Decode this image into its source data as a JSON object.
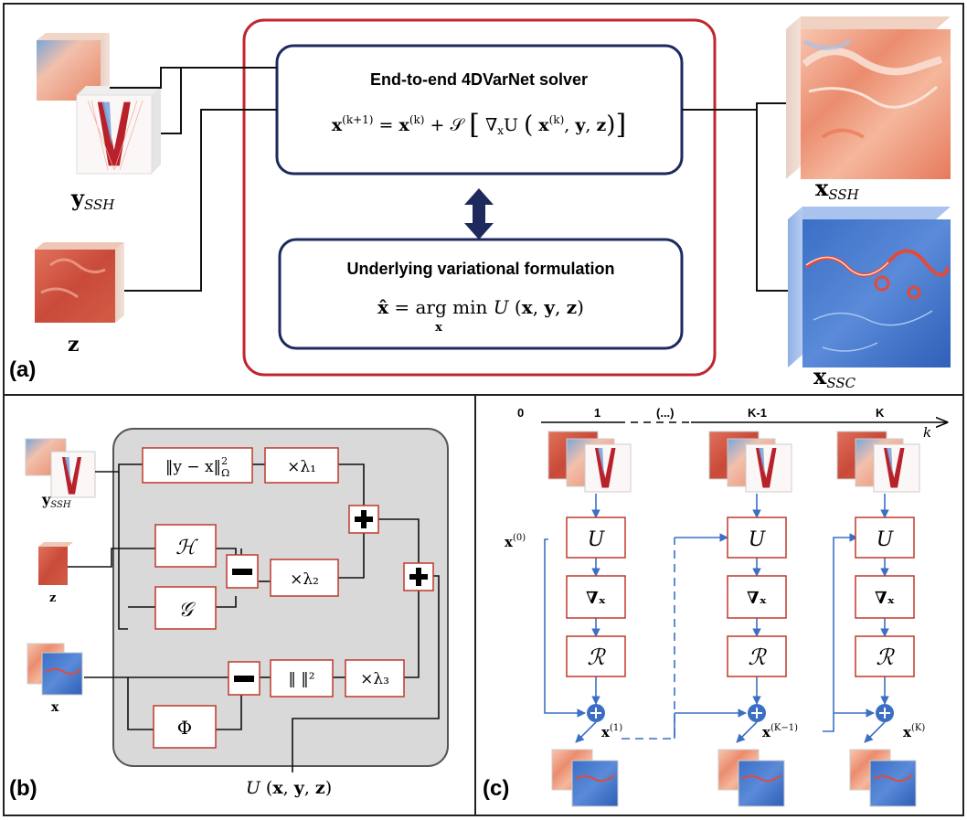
{
  "panel_a": {
    "label": "(a)",
    "solver_title": "End-to-end 4DVarNet solver",
    "solver_eq_lhs": "x(k+1) = x(k) + 𝒮 [ ∇ₓU ( x(k), y, z ) ]",
    "formulation_title": "Underlying variational formulation",
    "formulation_eq": "x̂ = arg min U (x, y, z)",
    "formulation_eq_sub": "x",
    "input_y": "y",
    "input_y_sub": "SSH",
    "input_z": "z",
    "output_ssh": "x",
    "output_ssh_sub": "SSH",
    "output_ssc": "x",
    "output_ssc_sub": "SSC"
  },
  "panel_b": {
    "label": "(b)",
    "input_y": "y",
    "input_y_sub": "SSH",
    "input_z": "z",
    "input_x": "x",
    "box_norm": "‖y − x‖²Ω",
    "box_norm_main": "‖y − x‖",
    "box_norm_sup": "2",
    "box_norm_sub": "Ω",
    "box_H": "ℋ",
    "box_G": "𝒢",
    "box_Phi": "Φ",
    "box_l1": "×λ₁",
    "box_l2": "×λ₂",
    "box_sq": "‖  ‖²",
    "box_l3": "×λ₃",
    "minus": "−",
    "plus": "+",
    "output": "U (x, y, z)"
  },
  "panel_c": {
    "label": "(c)",
    "ticks": [
      "0",
      "1",
      "(...)",
      "K-1",
      "K"
    ],
    "axis_label": "k",
    "box_U": "U",
    "box_grad": "∇ₓ",
    "box_R": "ℛ",
    "x0": "x(0)",
    "x1": "x(1)",
    "xKm1": "x(K−1)",
    "xK": "x(K)"
  },
  "colors": {
    "red_frame": "#c0272d",
    "navy": "#1e2a5e",
    "box_red": "#c0392b",
    "gray_panel": "#d9d9d9",
    "flow_blue": "#3a6fc4"
  }
}
